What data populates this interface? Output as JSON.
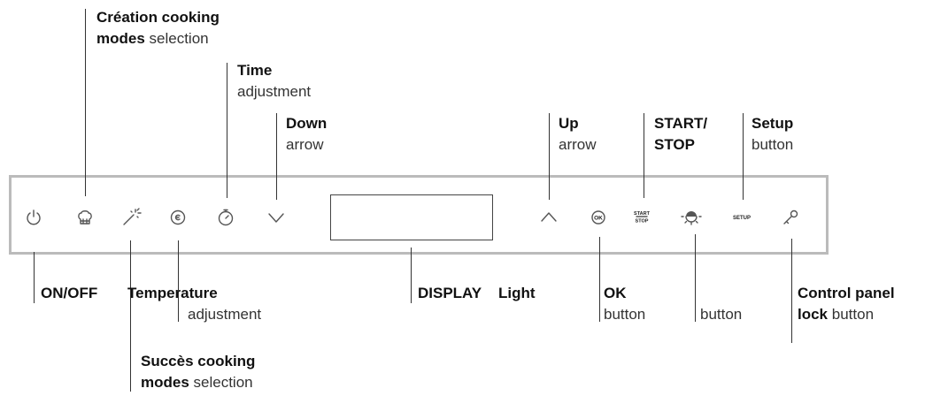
{
  "labels": {
    "creation": {
      "line1_bold": "Création cooking",
      "line2_bold": "modes",
      "line2_normal": " selection"
    },
    "time": {
      "line1_bold": "Time",
      "line2_normal": "adjustment"
    },
    "down": {
      "line1_bold": "Down",
      "line2_normal": "arrow"
    },
    "up": {
      "line1_bold": "Up",
      "line2_normal": "arrow"
    },
    "startstop": {
      "line1_bold": "START/",
      "line2_bold": "STOP"
    },
    "setup": {
      "line1_bold": "Setup",
      "line2_normal": "button"
    },
    "onoff": {
      "bold": "ON/OFF"
    },
    "temperature": {
      "line1_bold": "Temperature",
      "line2_normal": "adjustment"
    },
    "succes": {
      "line1_bold": "Succès cooking",
      "line2_bold": "modes",
      "line2_normal": " selection"
    },
    "display": {
      "bold": "DISPLAY"
    },
    "light": {
      "line1_bold": "Light",
      "line2_normal": "button"
    },
    "ok": {
      "line1_bold": "OK",
      "line2_normal": "button"
    },
    "lock": {
      "line1_bold": "Control panel",
      "line2_bold": "lock",
      "line2_normal": " button"
    }
  },
  "icons": {
    "ok_text": "OK",
    "start_text": "START",
    "stop_text": "STOP",
    "setup_text": "SETUP",
    "names": [
      "power-icon",
      "chef-hat-icon",
      "magic-wand-icon",
      "temperature-dial-icon",
      "timer-icon",
      "chevron-down-icon",
      "chevron-up-icon",
      "ok-icon",
      "start-stop-icon",
      "light-icon",
      "setup-icon",
      "key-icon"
    ]
  },
  "colors": {
    "panel_border": "#bbbbbb",
    "icon_stroke": "#555555",
    "text": "#222222"
  }
}
